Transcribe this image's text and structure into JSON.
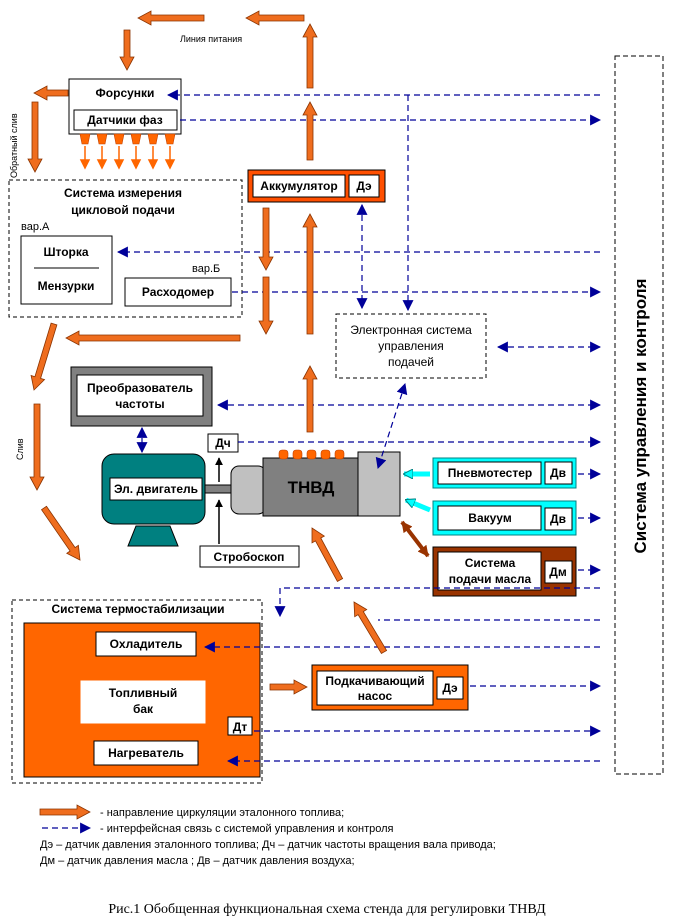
{
  "labels": {
    "power_line": "Линия питания",
    "return_drain": "Обратный слив",
    "drain": "Слив",
    "injectors": "Форсунки",
    "phase_sensors": "Датчики фаз",
    "measure_system_line1": "Система измерения",
    "measure_system_line2": "цикловой подачи",
    "var_a": "вар.А",
    "var_b": "вар.Б",
    "shutter": "Шторка",
    "beakers": "Мензурки",
    "flowmeter": "Расходомер",
    "accumulator": "Аккумулятор",
    "de": "Дэ",
    "ecu_line1": "Электронная система",
    "ecu_line2": "управления",
    "ecu_line3": "подачей",
    "converter_line1": "Преобразователь",
    "converter_line2": "частоты",
    "dch": "Дч",
    "motor": "Эл. двигатель",
    "pump": "ТНВД",
    "stroboscope": "Стробоскоп",
    "pneumotester": "Пневмотестер",
    "vacuum": "Вакуум",
    "dv": "Дв",
    "oil_line1": "Система",
    "oil_line2": "подачи масла",
    "dm": "Дм",
    "thermo": "Система термостабилизации",
    "cooler": "Охладитель",
    "tank_line1": "Топливный",
    "tank_line2": "бак",
    "dt": "Дт",
    "heater": "Нагреватель",
    "boost_line1": "Подкачивающий",
    "boost_line2": "насос",
    "control_system": "Система     управления  и  контроля"
  },
  "legend": {
    "fuel_flow": "- направление циркуляции эталонного топлива;",
    "interface": "- интерфейсная связь с системой управления и контроля",
    "line3": "Дэ – датчик давления эталонного топлива; Дч – датчик частоты вращения вала привода;",
    "line4": "Дм – датчик давления масла ; Дв – датчик давления воздуха;"
  },
  "caption": "Рис.1 Обобщенная функциональная схема стенда для регулировки ТНВД",
  "colors": {
    "orange": "#ff6600",
    "dark_orange": "#ff4f00",
    "arrow_fill": "#ef6d1e",
    "navy": "#000099",
    "gray": "#808080",
    "light_gray": "#c0c0c0",
    "teal": "#008080",
    "cyan": "#00ffff",
    "brown": "#993300"
  }
}
